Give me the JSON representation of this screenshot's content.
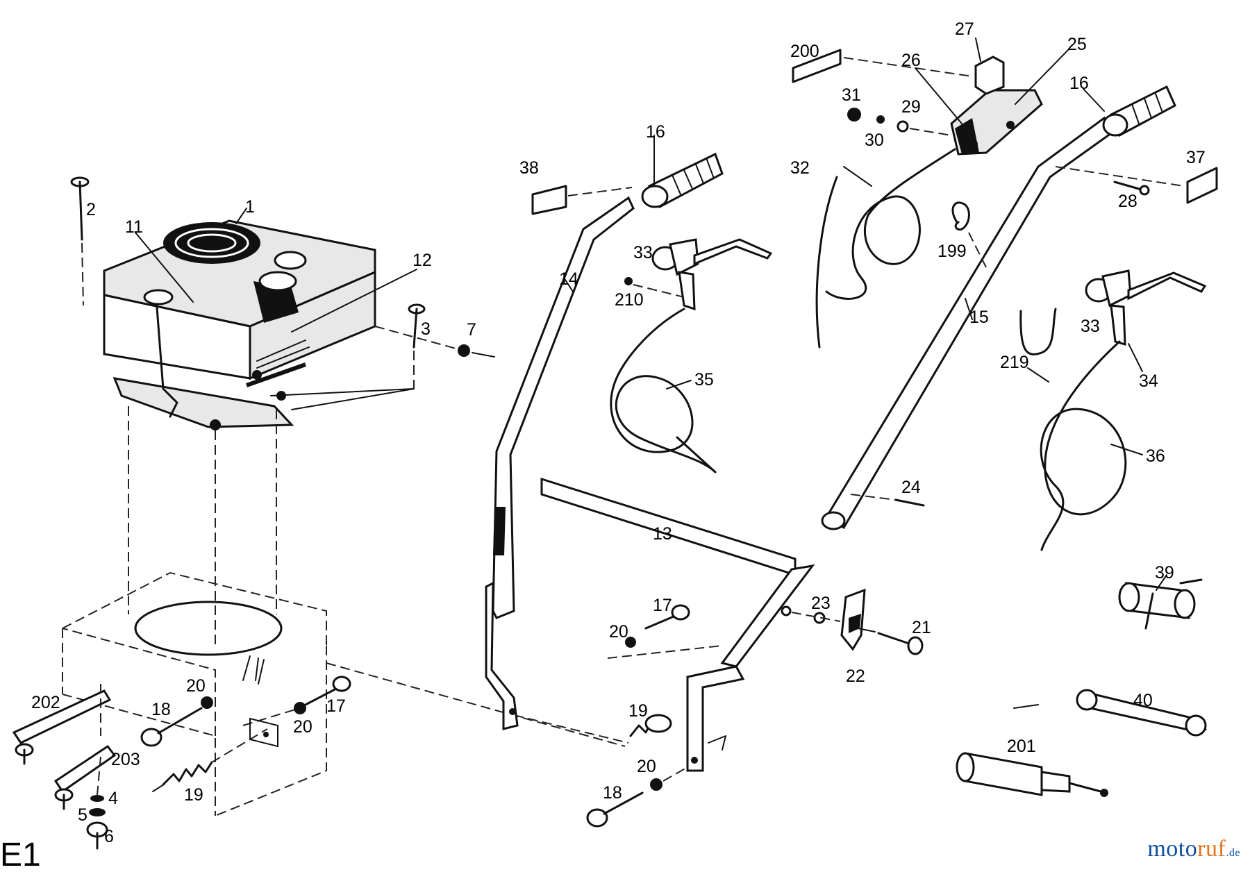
{
  "figure_label": "E1",
  "watermark": {
    "part_a": "moto",
    "part_b": "ruf",
    "part_c": ".de"
  },
  "callouts": [
    {
      "id": "p1",
      "text": "1"
    },
    {
      "id": "p2",
      "text": "2"
    },
    {
      "id": "p3",
      "text": "3"
    },
    {
      "id": "p4",
      "text": "4"
    },
    {
      "id": "p5",
      "text": "5"
    },
    {
      "id": "p6",
      "text": "6"
    },
    {
      "id": "p7",
      "text": "7"
    },
    {
      "id": "p11",
      "text": "11"
    },
    {
      "id": "p12",
      "text": "12"
    },
    {
      "id": "p13",
      "text": "13"
    },
    {
      "id": "p14",
      "text": "14"
    },
    {
      "id": "p15",
      "text": "15"
    },
    {
      "id": "p16a",
      "text": "16"
    },
    {
      "id": "p16b",
      "text": "16"
    },
    {
      "id": "p17a",
      "text": "17"
    },
    {
      "id": "p17b",
      "text": "17"
    },
    {
      "id": "p18a",
      "text": "18"
    },
    {
      "id": "p18b",
      "text": "18"
    },
    {
      "id": "p19a",
      "text": "19"
    },
    {
      "id": "p19b",
      "text": "19"
    },
    {
      "id": "p20a",
      "text": "20"
    },
    {
      "id": "p20b",
      "text": "20"
    },
    {
      "id": "p20c",
      "text": "20"
    },
    {
      "id": "p20d",
      "text": "20"
    },
    {
      "id": "p21",
      "text": "21"
    },
    {
      "id": "p22",
      "text": "22"
    },
    {
      "id": "p23",
      "text": "23"
    },
    {
      "id": "p24",
      "text": "24"
    },
    {
      "id": "p25",
      "text": "25"
    },
    {
      "id": "p26",
      "text": "26"
    },
    {
      "id": "p27",
      "text": "27"
    },
    {
      "id": "p28",
      "text": "28"
    },
    {
      "id": "p29",
      "text": "29"
    },
    {
      "id": "p30",
      "text": "30"
    },
    {
      "id": "p31",
      "text": "31"
    },
    {
      "id": "p32",
      "text": "32"
    },
    {
      "id": "p33a",
      "text": "33"
    },
    {
      "id": "p33b",
      "text": "33"
    },
    {
      "id": "p34",
      "text": "34"
    },
    {
      "id": "p35",
      "text": "35"
    },
    {
      "id": "p36",
      "text": "36"
    },
    {
      "id": "p37",
      "text": "37"
    },
    {
      "id": "p38",
      "text": "38"
    },
    {
      "id": "p39",
      "text": "39"
    },
    {
      "id": "p40",
      "text": "40"
    },
    {
      "id": "p199",
      "text": "199"
    },
    {
      "id": "p200",
      "text": "200"
    },
    {
      "id": "p201",
      "text": "201"
    },
    {
      "id": "p202",
      "text": "202"
    },
    {
      "id": "p203",
      "text": "203"
    },
    {
      "id": "p210",
      "text": "210"
    },
    {
      "id": "p219",
      "text": "219"
    }
  ]
}
